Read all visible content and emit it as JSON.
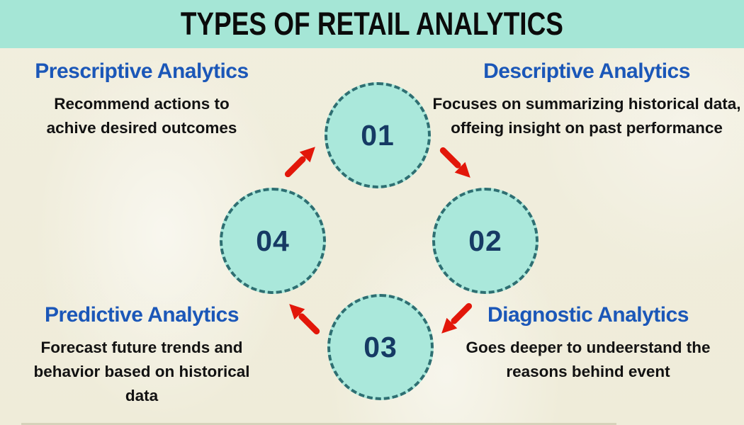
{
  "title": "TYPES OF RETAIL ANALYTICS",
  "colors": {
    "title_bar_bg": "#a5e6d6",
    "background": "#f0eddc",
    "circle_fill": "#aae8db",
    "circle_border": "#2e6f72",
    "step_number_color": "#163a64",
    "heading_color": "#1b57b8",
    "body_text_color": "#121212",
    "arrow_color": "#e2170a"
  },
  "sections": [
    {
      "id": "prescriptive",
      "position": "top-left",
      "heading": "Prescriptive Analytics",
      "description": "Recommend actions to achive desired outcomes"
    },
    {
      "id": "descriptive",
      "position": "top-right",
      "heading": "Descriptive Analytics",
      "description": "Focuses on summarizing historical data, offeing insight on past performance"
    },
    {
      "id": "predictive",
      "position": "bottom-left",
      "heading": "Predictive Analytics",
      "description": "Forecast future trends and behavior based on historical data"
    },
    {
      "id": "diagnostic",
      "position": "bottom-right",
      "heading": "Diagnostic Analytics",
      "description": "Goes deeper to undeerstand the reasons behind event"
    }
  ],
  "cycle": {
    "steps": [
      {
        "number": "01",
        "position": "top"
      },
      {
        "number": "02",
        "position": "right"
      },
      {
        "number": "03",
        "position": "bottom"
      },
      {
        "number": "04",
        "position": "left"
      }
    ],
    "arrows": [
      {
        "from": "04",
        "to": "01",
        "direction": "up-right"
      },
      {
        "from": "01",
        "to": "02",
        "direction": "down-right"
      },
      {
        "from": "02",
        "to": "03",
        "direction": "down-left"
      },
      {
        "from": "03",
        "to": "04",
        "direction": "up-left"
      }
    ]
  }
}
